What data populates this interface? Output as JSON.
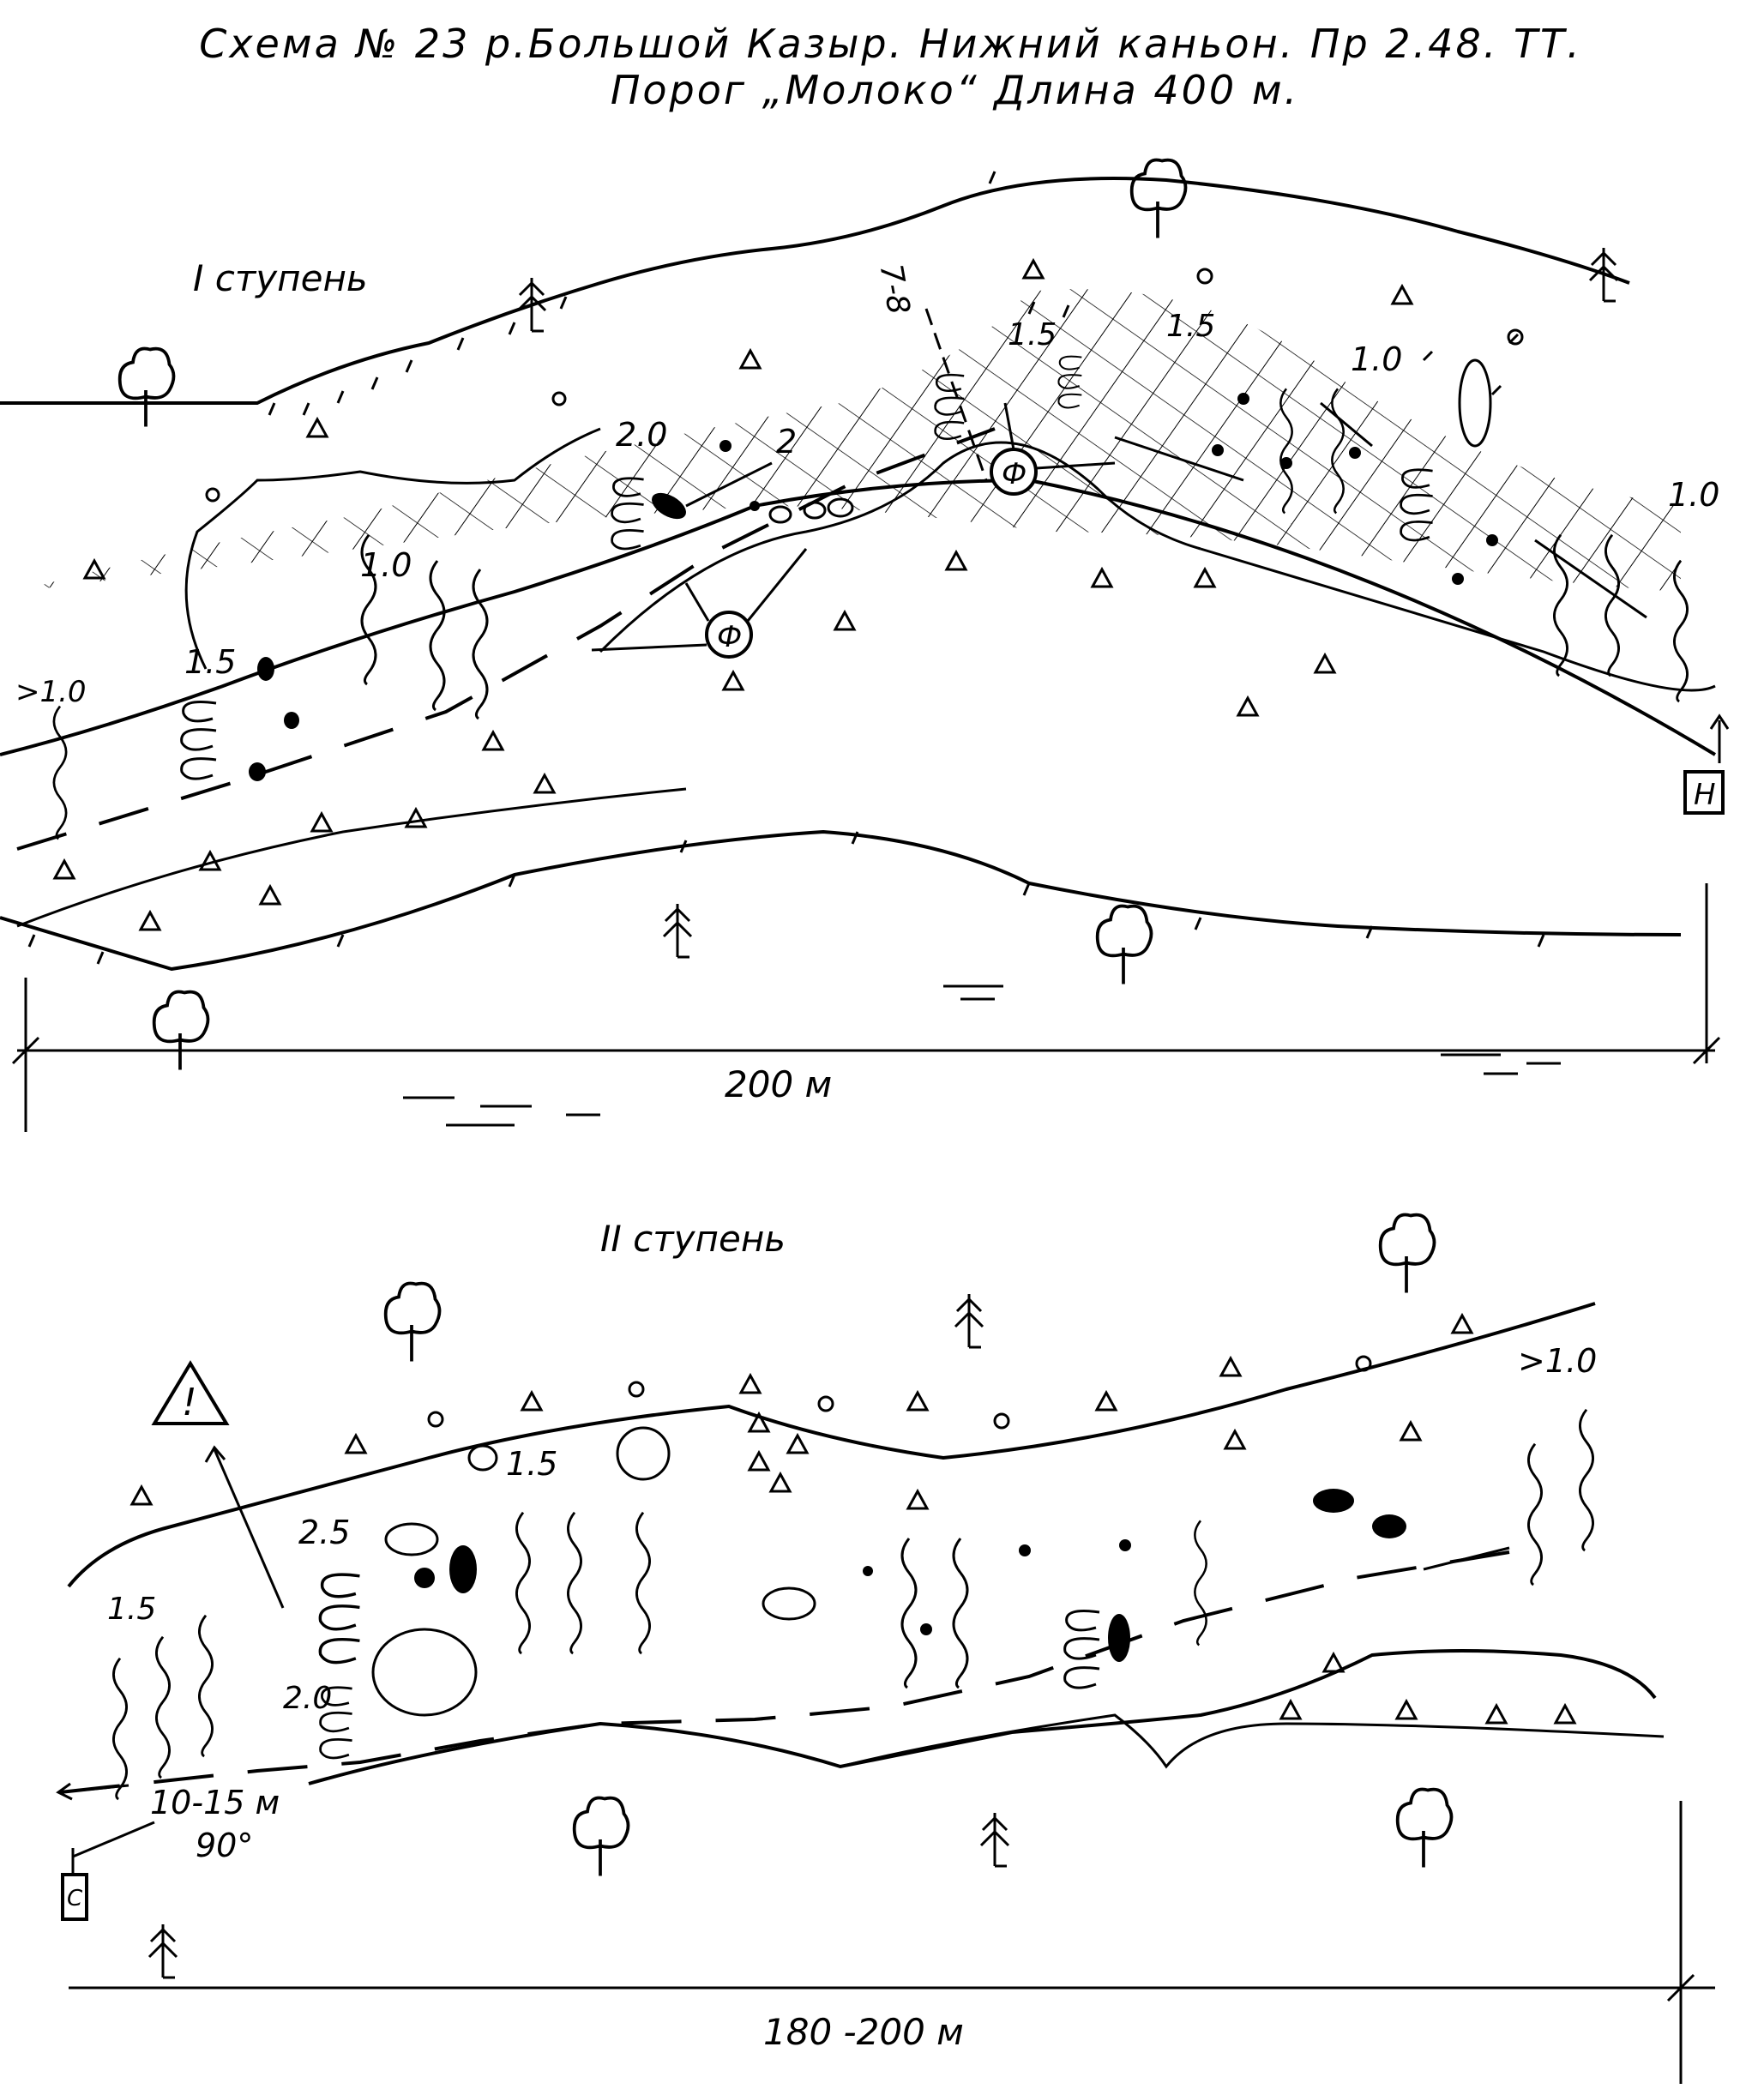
{
  "title": {
    "line1": "Схема № 23 р.Большой Казыр. Нижний каньон. Пр 2.48. ТТ.",
    "line2": "Порог „Молоко“ Длина 400 м."
  },
  "stage1": {
    "heading": "I ступень",
    "scale": "200 м",
    "markers": {
      "n": "Н",
      "f": "Ф"
    },
    "depth_labels": [
      "1.5",
      "1.5",
      "1.0",
      "1.0",
      "2.0",
      "2",
      "1.0",
      "1.5",
      ">1.0"
    ],
    "section_label": "7-8"
  },
  "stage2": {
    "heading": "II ступень",
    "scale": "180 -200 м",
    "start_marker": "С",
    "warning": "!",
    "depth_labels": [
      ">1.0",
      "1.5",
      "2.5",
      "2.0",
      "1.5"
    ],
    "drop": {
      "height": "10-15 м",
      "angle": "90°"
    }
  },
  "colors": {
    "ink": "#000000",
    "paper": "#ffffff"
  },
  "icons": [
    "deciduous-tree-icon",
    "conifer-tree-icon",
    "boulder-triangle-icon",
    "pebble-circle-icon",
    "whirlpool-icon",
    "wave-icon",
    "rock-icon",
    "photo-point-icon",
    "arrow-icon",
    "warning-icon"
  ]
}
